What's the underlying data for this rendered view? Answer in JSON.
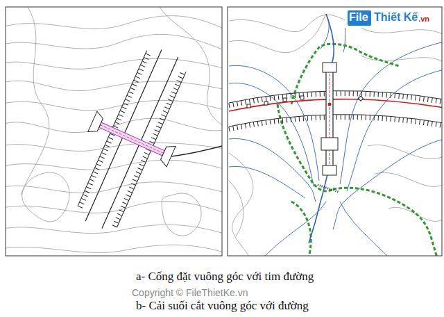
{
  "diagram": {
    "labels": [
      "File",
      "Thiết Kế",
      ".vn",
      "a- Cống đặt vuông góc với tim đường",
      "Copyright © FileThietKe.vn",
      "b- Cải suối cắt vuông góc với đường"
    ]
  }
}
